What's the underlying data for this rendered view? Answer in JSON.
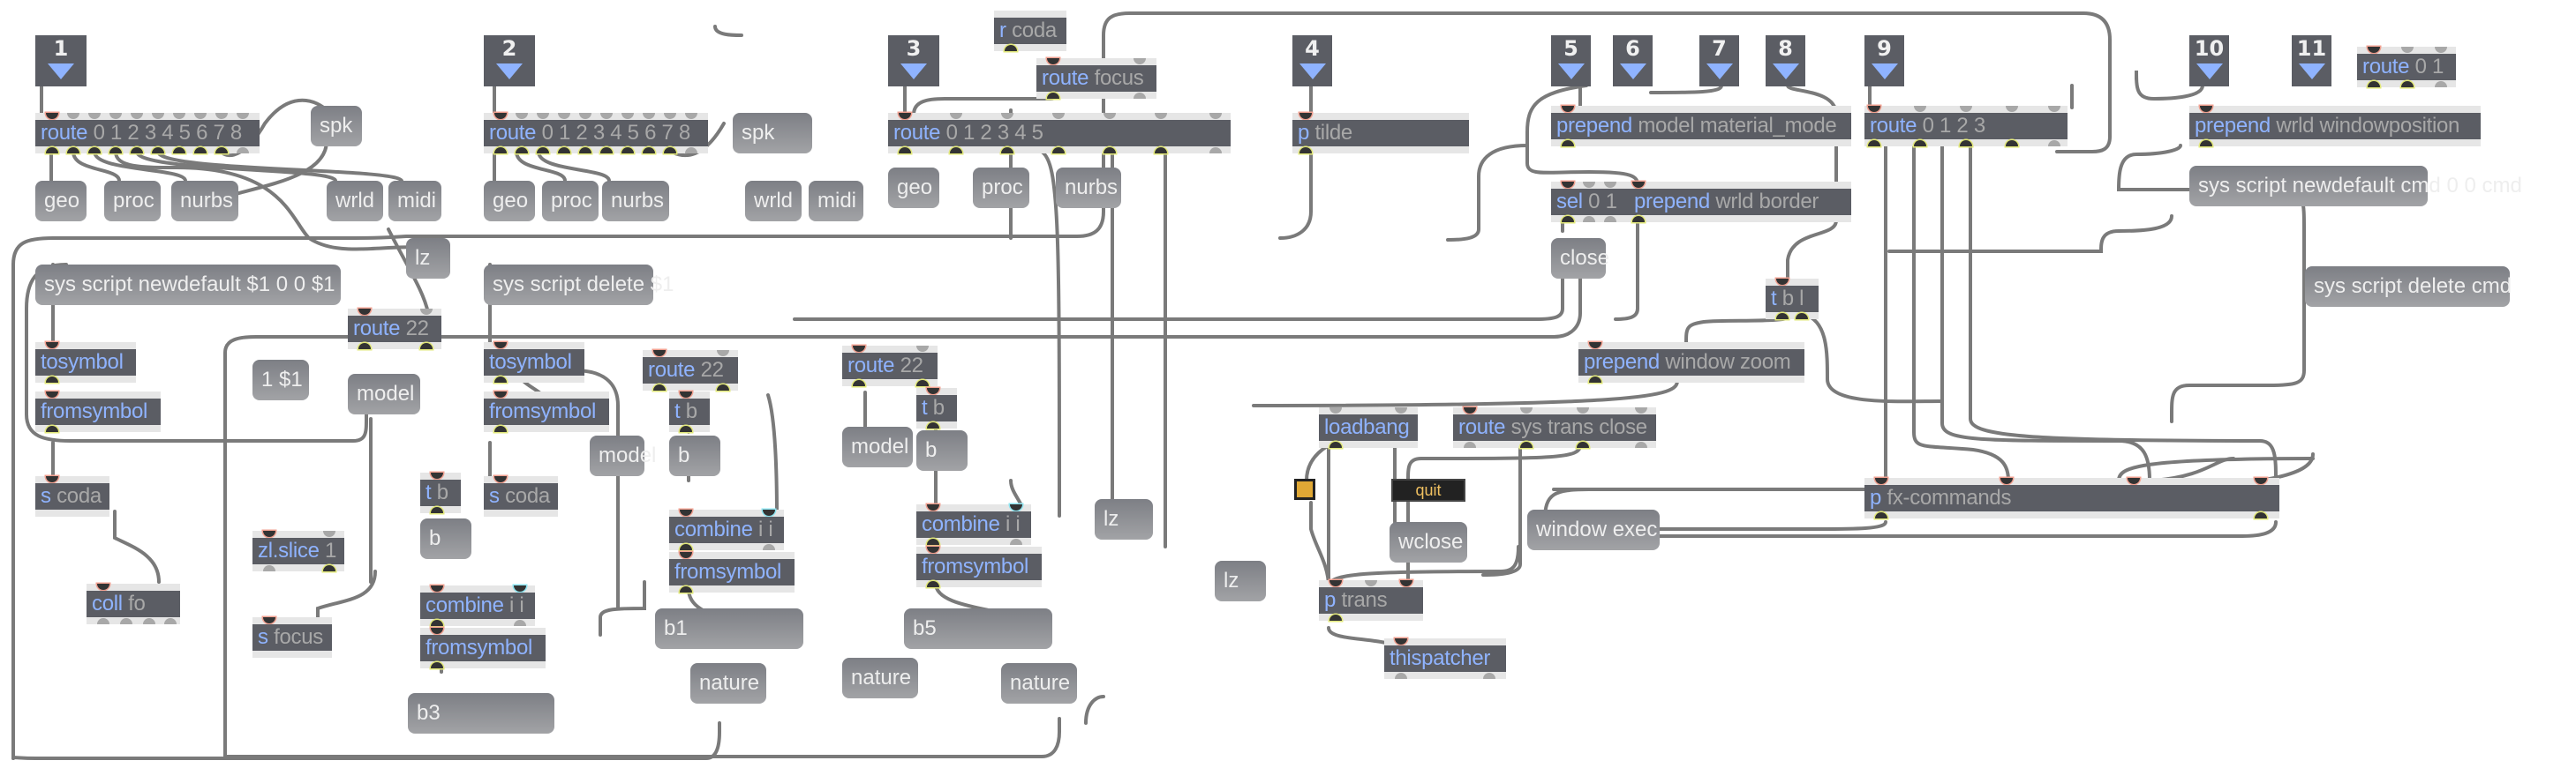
{
  "app": "Max patcher",
  "inlets": [
    {
      "id": "inlet-1",
      "label": "1"
    },
    {
      "id": "inlet-2",
      "label": "2"
    },
    {
      "id": "inlet-3",
      "label": "3"
    },
    {
      "id": "inlet-4",
      "label": "4"
    },
    {
      "id": "inlet-5",
      "label": "5"
    },
    {
      "id": "inlet-6",
      "label": "6"
    },
    {
      "id": "inlet-7",
      "label": "7"
    },
    {
      "id": "inlet-8",
      "label": "8"
    },
    {
      "id": "inlet-9",
      "label": "9"
    },
    {
      "id": "inlet-10",
      "label": "10"
    },
    {
      "id": "inlet-11",
      "label": "11"
    }
  ],
  "objects": {
    "route_a": {
      "cls": "route",
      "args": "0 1 2 3 4 5 6 7 8"
    },
    "route_b": {
      "cls": "route",
      "args": "0 1 2 3 4 5 6 7 8"
    },
    "route_c": {
      "cls": "route",
      "args": "0 1 2 3 4 5"
    },
    "r_coda": {
      "cls": "r",
      "args": "coda"
    },
    "route_focus": {
      "cls": "route",
      "args": "focus"
    },
    "p_tilde": {
      "cls": "p",
      "args": "tilde"
    },
    "prepend_material": {
      "cls": "prepend",
      "args": "model material_mode"
    },
    "sel01": {
      "cls": "sel",
      "args": "0 1"
    },
    "prepend_border": {
      "cls": "prepend",
      "args": "wrld border"
    },
    "route_0123": {
      "cls": "route",
      "args": "0 1 2 3"
    },
    "route_01": {
      "cls": "route",
      "args": "0 1"
    },
    "prepend_winpos": {
      "cls": "prepend",
      "args": "wrld windowposition"
    },
    "t_bl": {
      "cls": "t",
      "args": "b l"
    },
    "prepend_zoom": {
      "cls": "prepend",
      "args": "window zoom"
    },
    "tosymbol_a": {
      "cls": "tosymbol",
      "args": ""
    },
    "fromsymbol_a": {
      "cls": "fromsymbol",
      "args": ""
    },
    "s_coda_a": {
      "cls": "s",
      "args": "coda"
    },
    "route22_a": {
      "cls": "route",
      "args": "22"
    },
    "tosymbol_b": {
      "cls": "tosymbol",
      "args": ""
    },
    "fromsymbol_b": {
      "cls": "fromsymbol",
      "args": ""
    },
    "s_coda_b": {
      "cls": "s",
      "args": "coda"
    },
    "route22_b": {
      "cls": "route",
      "args": "22"
    },
    "tb_b": {
      "cls": "t",
      "args": "b"
    },
    "route22_c": {
      "cls": "route",
      "args": "22"
    },
    "tb_c": {
      "cls": "t",
      "args": "b"
    },
    "tb_a": {
      "cls": "t",
      "args": "b"
    },
    "combine_a": {
      "cls": "combine",
      "args": "i i"
    },
    "fromsymbol_c": {
      "cls": "fromsymbol",
      "args": ""
    },
    "combine_b": {
      "cls": "combine",
      "args": "i i"
    },
    "fromsymbol_d": {
      "cls": "fromsymbol",
      "args": ""
    },
    "combine_c": {
      "cls": "combine",
      "args": "i i"
    },
    "fromsymbol_e": {
      "cls": "fromsymbol",
      "args": ""
    },
    "zlslice": {
      "cls": "zl.slice",
      "args": "1"
    },
    "s_focus": {
      "cls": "s",
      "args": "focus"
    },
    "coll_fo": {
      "cls": "coll",
      "args": "fo"
    },
    "loadbang": {
      "cls": "loadbang",
      "args": ""
    },
    "route_sys": {
      "cls": "route",
      "args": "sys trans close"
    },
    "p_trans": {
      "cls": "p",
      "args": "trans"
    },
    "thispatcher": {
      "cls": "thispatcher",
      "args": ""
    },
    "p_fx": {
      "cls": "p",
      "args": "fx-commands"
    }
  },
  "messages": {
    "geo_a": "geo",
    "proc_a": "proc",
    "nurbs_a": "nurbs",
    "spk_a": "spk",
    "wrld_a": "wrld",
    "midi_a": "midi",
    "lz_a": "lz",
    "geo_b": "geo",
    "proc_b": "proc",
    "nurbs_b": "nurbs",
    "spk_b": "spk",
    "wrld_b": "wrld",
    "midi_b": "midi",
    "geo_c": "geo",
    "proc_c": "proc",
    "nurbs_c": "nurbs",
    "newdefault": "sys script newdefault $1 0 0 $1",
    "delete1": "sys script delete $1",
    "one_dollar": "1 $1",
    "model_a": "model",
    "model_b": "model",
    "model_c": "model",
    "b_a": "b",
    "b_b": "b",
    "b_c": "b",
    "b1": "b1",
    "b3": "b3",
    "b5": "b5",
    "nature_a": "nature",
    "nature_b": "nature",
    "nature_c": "nature",
    "lz_b": "lz",
    "lz_c": "lz",
    "close": "close",
    "newdefault_cmd": "sys script newdefault cmd 0 0 cmd",
    "delete_cmd": "sys script delete cmd",
    "wclose": "wclose",
    "window_exec": "window exec",
    "quit": "quit"
  },
  "toggle": {
    "state": "on",
    "color": "#e0a835"
  },
  "colors": {
    "object_bg": "#5b5d64",
    "class_text": "#8fb3ff",
    "arg_text": "#a8a8a8",
    "message_text": "#eeeeee",
    "patch_cord": "#7a7a7a",
    "inlet_arrow": "#8fb3ff"
  }
}
